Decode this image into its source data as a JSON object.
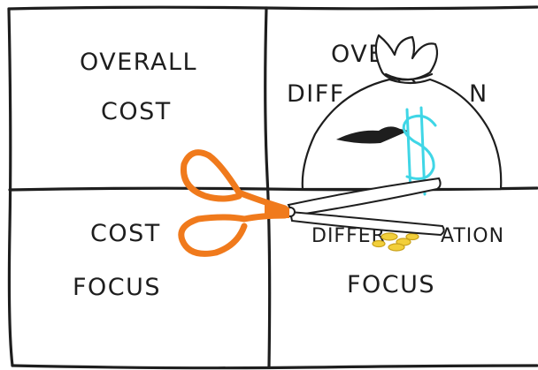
{
  "diagram": {
    "quadrants": [
      {
        "lines": [
          "OVERALL",
          "COST"
        ]
      },
      {
        "lines": [
          "OVE",
          "DIFF",
          "N"
        ]
      },
      {
        "lines": [
          "COST",
          "FOCUS"
        ]
      },
      {
        "lines": [
          "DIFFER",
          "ATION",
          "FOCUS"
        ]
      }
    ],
    "money_bag": {
      "symbol": "$"
    },
    "colors": {
      "ink": "#1e1e1e",
      "scissors": "#f07a1c",
      "dollar": "#3fd6e6",
      "coins": "#f2cf3a"
    },
    "icons": [
      "money-bag-icon",
      "dollar-sign-icon",
      "scissors-icon",
      "gold-coins-icon"
    ]
  }
}
